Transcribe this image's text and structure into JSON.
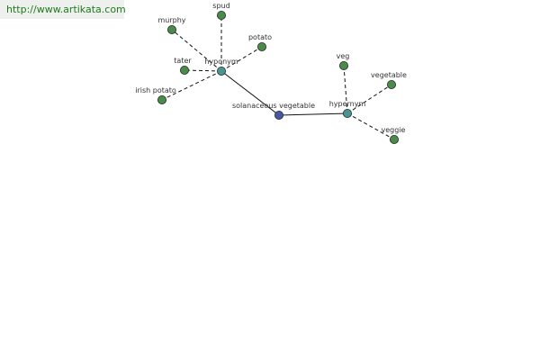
{
  "site_url": "http://www.artikata.com",
  "colors": {
    "word_node": "#4b8a4b",
    "relation_node": "#4a9494",
    "center_node": "#4557a5",
    "node_stroke": "#1e2a1e",
    "edge": "#111111",
    "url_text": "#1e7a1e",
    "url_bg": "#eef0ee"
  },
  "graph": {
    "center": {
      "id": "center",
      "label": "solanaceous vegetable",
      "kind": "center"
    },
    "relations": [
      {
        "id": "hypo",
        "label": "hyponym",
        "kind": "relation"
      },
      {
        "id": "hyper",
        "label": "hypernym",
        "kind": "relation"
      }
    ],
    "words": [
      {
        "id": "murphy",
        "label": "murphy",
        "relation": "hypo"
      },
      {
        "id": "spud",
        "label": "spud",
        "relation": "hypo"
      },
      {
        "id": "potato",
        "label": "potato",
        "relation": "hypo"
      },
      {
        "id": "tater",
        "label": "tater",
        "relation": "hypo"
      },
      {
        "id": "irish",
        "label": "irish potato",
        "relation": "hypo"
      },
      {
        "id": "veg",
        "label": "veg",
        "relation": "hyper"
      },
      {
        "id": "vegetable",
        "label": "vegetable",
        "relation": "hyper"
      },
      {
        "id": "veggie",
        "label": "veggie",
        "relation": "hyper"
      }
    ]
  }
}
